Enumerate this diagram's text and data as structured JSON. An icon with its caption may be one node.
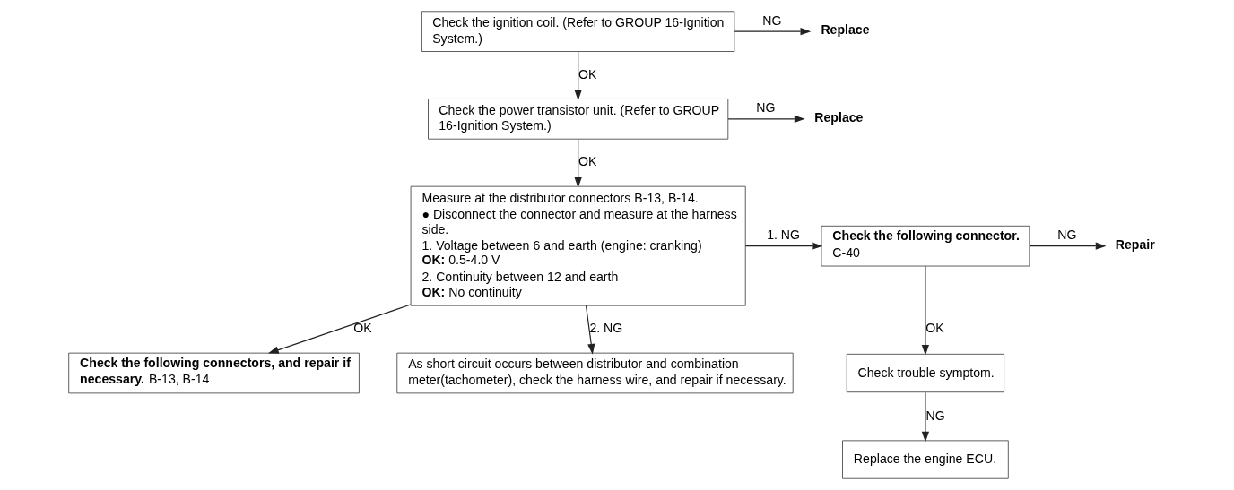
{
  "diagram": {
    "nodes": [
      {
        "text": [
          "Check the ignition coil. (Refer to GROUP 16-Ignition System.)"
        ]
      },
      {
        "text": [
          "**Replace**"
        ]
      },
      {
        "text": [
          "Check the power transistor unit. (Refer to GROUP 16-Ignition System.)"
        ]
      },
      {
        "text": [
          "**Replace**"
        ]
      },
      {
        "text": [
          "Measure at the distributor connectors B-13, B-14.",
          "● Disconnect the connector and measure at the harness side.",
          "1. Voltage between 6 and earth (engine: cranking)",
          "**OK:** 0.5-4.0 V",
          "2. Continuity between 12 and earth",
          "**OK:** No continuity"
        ]
      },
      {
        "text": [
          "**Check the following connectors, and repair if necessary.** B-13, B-14"
        ]
      },
      {
        "text": [
          "**Check the following connector.** C-40"
        ]
      },
      {
        "text": [
          "**Repair**"
        ]
      },
      {
        "text": [
          "Check trouble symptom."
        ]
      },
      {
        "text": [
          "Replace the engine ECU."
        ]
      },
      {
        "text": [
          "As short circuit occurs between distributor and combination meter(tachometer), check the harness wire, and repair if necessary."
        ]
      }
    ],
    "edges": [
      {
        "from": 0,
        "to": 1,
        "arrow": "to",
        "label": "NG"
      },
      {
        "from": 0,
        "to": 2,
        "arrow": "to",
        "label": "OK"
      },
      {
        "from": 2,
        "to": 3,
        "arrow": "to",
        "label": "NG"
      },
      {
        "from": 2,
        "to": 4,
        "arrow": "to",
        "label": "OK"
      },
      {
        "from": 4,
        "to": 6,
        "arrow": "to",
        "label": "1. NG"
      },
      {
        "from": 4,
        "to": 5,
        "arrow": "to",
        "label": "OK"
      },
      {
        "from": 6,
        "to": 7,
        "arrow": "to",
        "label": "NG"
      },
      {
        "from": 6,
        "to": 8,
        "arrow": "to",
        "label": "OK"
      },
      {
        "from": 8,
        "to": 9,
        "arrow": "to",
        "label": "NG"
      },
      {
        "from": 4,
        "to": 10,
        "arrow": "to",
        "label": "2. NG"
      }
    ]
  }
}
